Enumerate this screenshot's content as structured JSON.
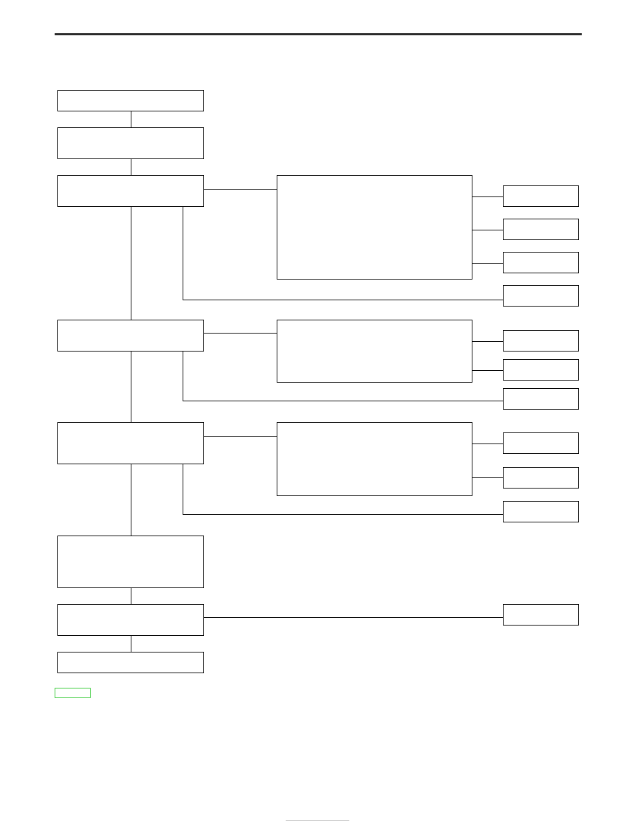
{
  "page": {
    "header": "",
    "footer": ""
  },
  "flowchart": {
    "main_steps": [
      {
        "id": "step-1",
        "label": ""
      },
      {
        "id": "step-2",
        "label": ""
      },
      {
        "id": "step-3",
        "label": ""
      },
      {
        "id": "step-4",
        "label": ""
      },
      {
        "id": "step-5",
        "label": ""
      },
      {
        "id": "step-6",
        "label": ""
      },
      {
        "id": "step-7",
        "label": ""
      },
      {
        "id": "step-8",
        "label": ""
      }
    ],
    "detail_boxes": [
      {
        "id": "detail-1",
        "label": ""
      },
      {
        "id": "detail-2",
        "label": ""
      },
      {
        "id": "detail-3",
        "label": ""
      }
    ],
    "outcome_boxes": [
      {
        "id": "outcome-1",
        "label": ""
      },
      {
        "id": "outcome-2",
        "label": ""
      },
      {
        "id": "outcome-3",
        "label": ""
      },
      {
        "id": "outcome-4",
        "label": ""
      },
      {
        "id": "outcome-5",
        "label": ""
      },
      {
        "id": "outcome-6",
        "label": ""
      },
      {
        "id": "outcome-7",
        "label": ""
      },
      {
        "id": "outcome-8",
        "label": ""
      },
      {
        "id": "outcome-9",
        "label": ""
      },
      {
        "id": "outcome-10",
        "label": ""
      },
      {
        "id": "outcome-11",
        "label": ""
      }
    ],
    "legend_tag": {
      "label": "",
      "color": "#2ec82e"
    }
  }
}
